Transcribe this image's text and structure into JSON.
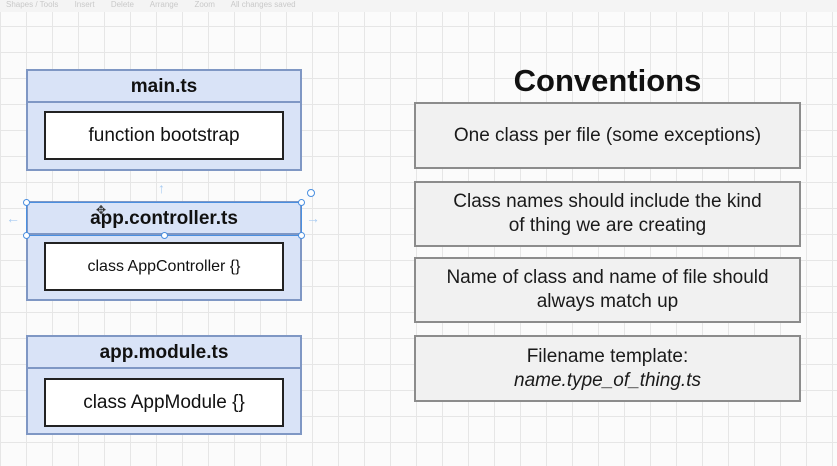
{
  "toolbar": {
    "items": [
      "Shapes / Tools",
      "Insert",
      "Delete",
      "Arrange",
      "Zoom",
      "All changes saved"
    ]
  },
  "files": [
    {
      "name": "main.ts",
      "content": "function bootstrap"
    },
    {
      "name": "app.controller.ts",
      "content": "class AppController {}"
    },
    {
      "name": "app.module.ts",
      "content": "class AppModule {}"
    }
  ],
  "conventions": {
    "title": "Conventions",
    "rules": [
      {
        "line1": "One class per file (some exceptions)"
      },
      {
        "line1": "Class names should include the kind",
        "line2": "of thing we are creating"
      },
      {
        "line1": "Name of class and name of file should",
        "line2": "always match up"
      },
      {
        "line1": "Filename template:",
        "line2": "name.type_of_thing.ts"
      }
    ]
  },
  "colors": {
    "file_fill": "#d9e3f7",
    "file_border": "#7f97c4",
    "rule_fill": "#f1f1f1",
    "rule_border": "#8c8c8c",
    "selection": "#4a8fe0"
  }
}
